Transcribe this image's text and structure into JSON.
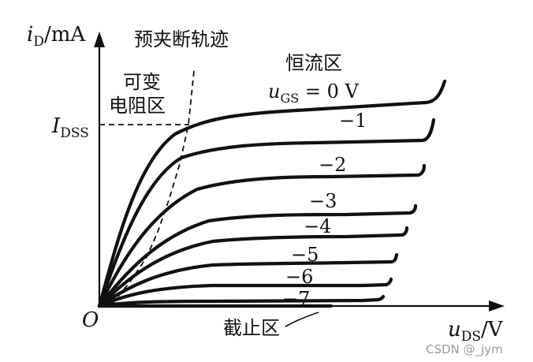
{
  "axis": {
    "y_var": "i",
    "y_sub": "D",
    "y_unit": "/mA",
    "x_var": "u",
    "x_sub": "DS",
    "x_unit": "/V",
    "origin": "O"
  },
  "i_dss": {
    "var": "I",
    "sub": "DSS"
  },
  "regions": {
    "pinchoff_trace": "预夹断轨迹",
    "constant_current": "恒流区",
    "variable_resistance_line1": "可变",
    "variable_resistance_line2": "电阻区",
    "cutoff": "截止区"
  },
  "ugs_label": {
    "var": "u",
    "sub": "GS",
    "eq": " = 0 V"
  },
  "curve_labels": [
    "−1",
    "−2",
    "−3",
    "−4",
    "−5",
    "−6",
    "−7"
  ],
  "watermark": "CSDN @_jym"
}
